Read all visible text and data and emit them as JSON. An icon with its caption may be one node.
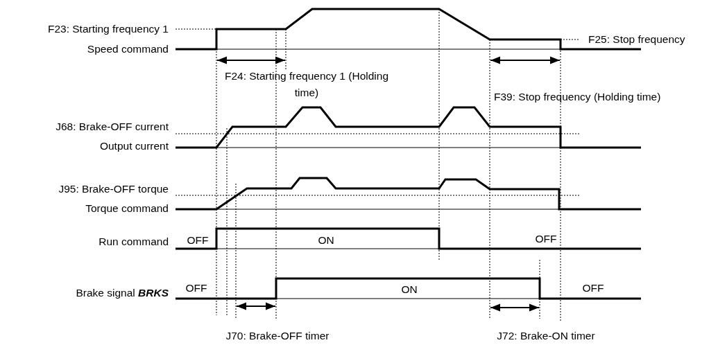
{
  "diagram": {
    "labels": [
      "F23: Starting frequency 1",
      "Speed command",
      "F25: Stop frequency",
      "F24: Starting frequency 1 (Holding time)",
      "F39: Stop frequency (Holding time)",
      "J68: Brake-OFF current",
      "Output current",
      "J95: Brake-OFF torque",
      "Torque command",
      "Run command",
      "OFF",
      "ON",
      "OFF",
      "Brake signal **BRKS**",
      "OFF",
      "ON",
      "OFF",
      "J70: Brake-OFF timer",
      "J72: Brake-ON timer"
    ]
  }
}
